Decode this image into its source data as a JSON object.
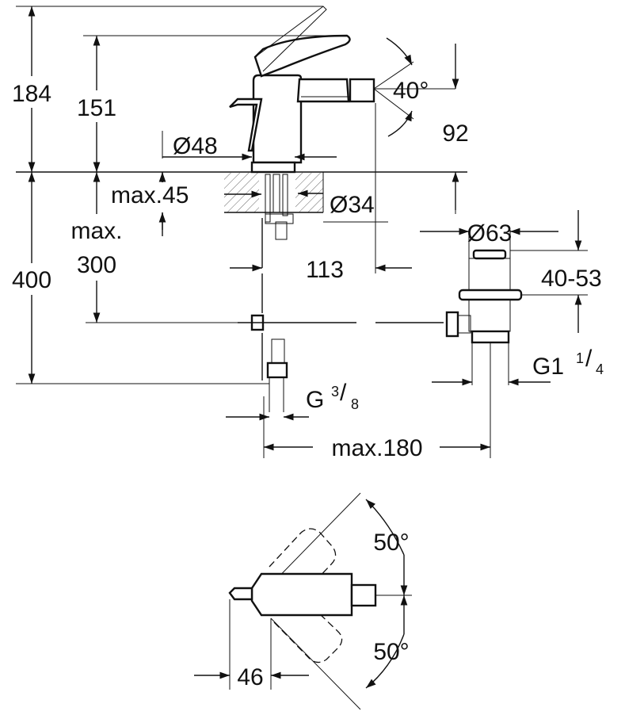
{
  "dimensions": {
    "overall_height": "184",
    "spout_height": "151",
    "below_counter": "400",
    "max_300_line1": "max.",
    "max_300_line2": "300",
    "base_diameter": "Ø48",
    "counter_thickness": "max.45",
    "hole_diameter": "Ø34",
    "spout_reach": "113",
    "aerator_angle": "40°",
    "aerator_height": "92",
    "waste_diameter": "Ø63",
    "waste_length": "40-53",
    "waste_thread_main": "G1",
    "waste_thread_num": "1",
    "waste_thread_slash": "/",
    "waste_thread_den": "4",
    "supply_thread_main": "G",
    "supply_thread_num": "3",
    "supply_thread_slash": "/",
    "supply_thread_den": "8",
    "max_180": "max.180",
    "lever_swing_upper": "50°",
    "lever_swing_lower": "50°",
    "lever_offset": "46"
  }
}
